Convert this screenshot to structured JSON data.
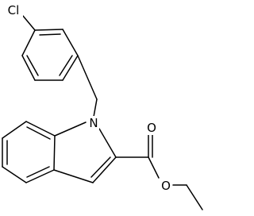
{
  "molecule": {
    "atoms": {
      "cl": "Cl",
      "n": "N",
      "o_carbonyl": "O",
      "o_ester": "O"
    }
  },
  "colors": {
    "bond": "#000000",
    "background": "#ffffff"
  }
}
